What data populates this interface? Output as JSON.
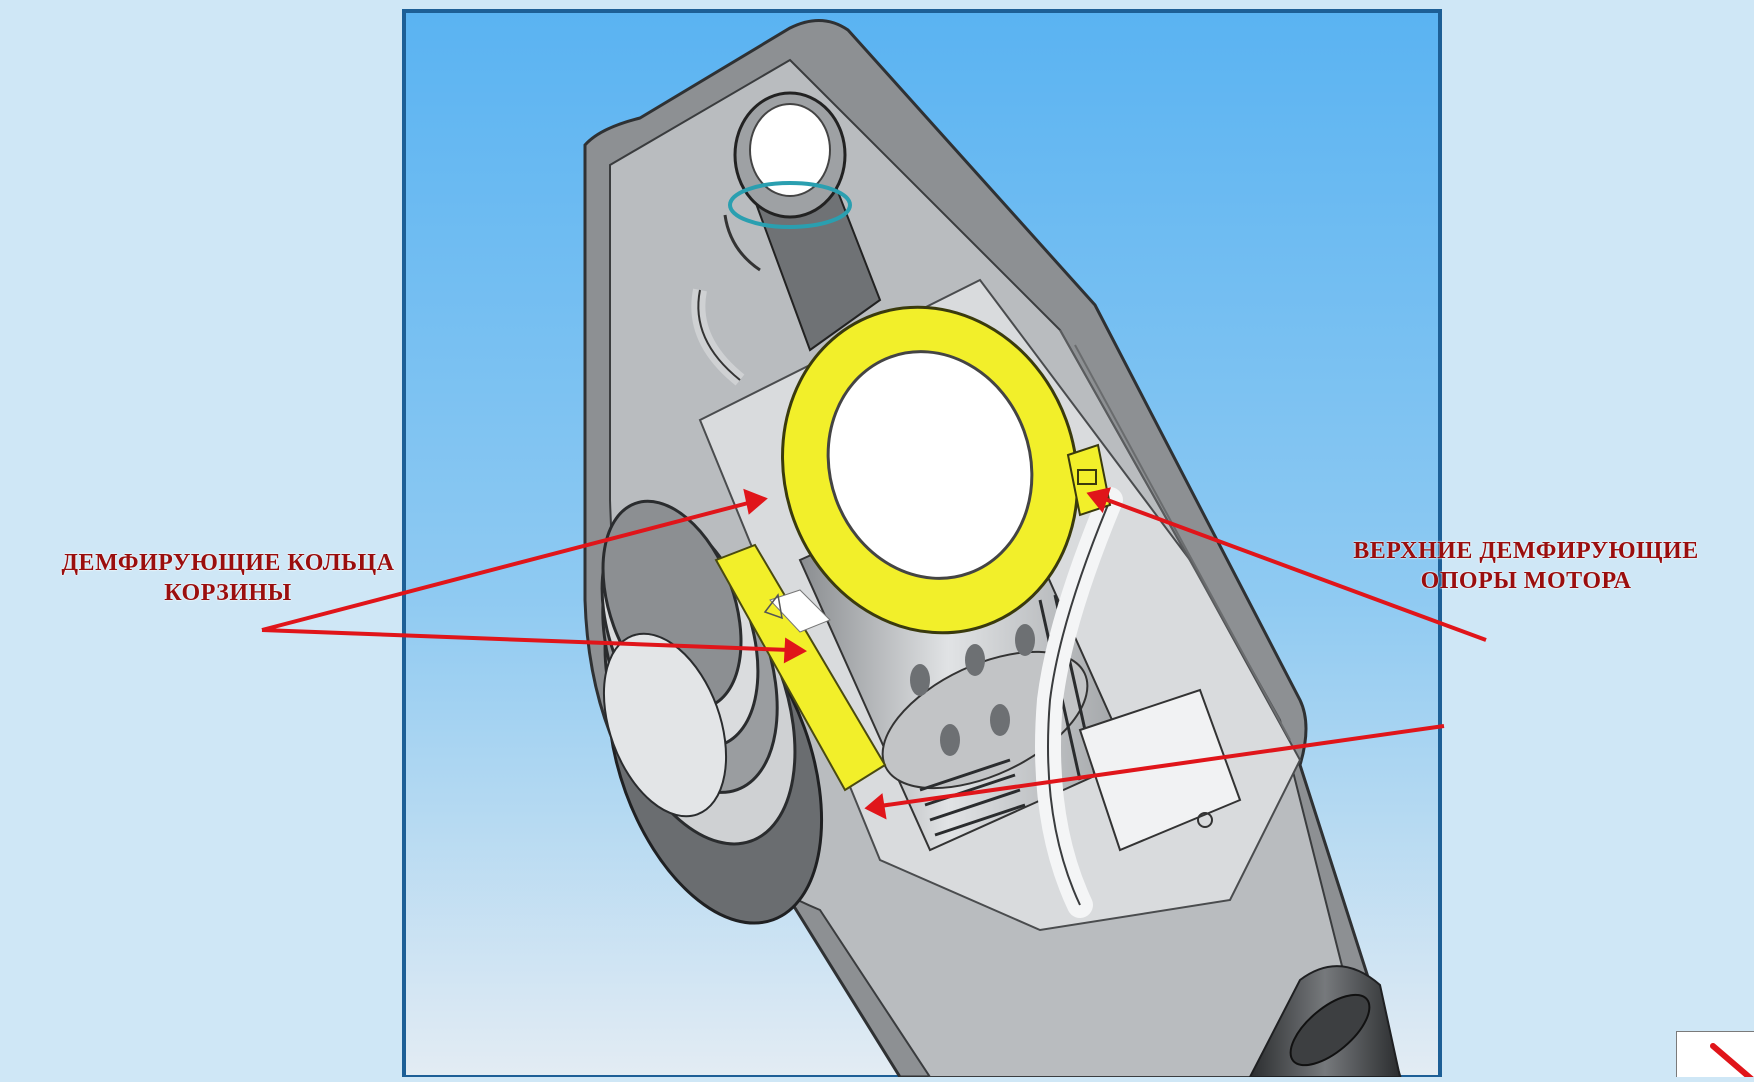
{
  "labels": {
    "left": {
      "line1": "ДЕМФИРУЮЩИЕ КОЛЬЦА",
      "line2": "КОРЗИНЫ"
    },
    "right": {
      "line1": "ВЕРХНИЕ ДЕМФИРУЮЩИЕ",
      "line2": "ОПОРЫ МОТОРА"
    }
  },
  "colors": {
    "background": "#cfe7f6",
    "frame_border": "#1d5f96",
    "sky_top": "#5ab3f2",
    "sky_bottom": "#e3ecf3",
    "damper_yellow": "#f2ef2a",
    "arrow_red": "#e0151a",
    "label_text": "#9a0e0e"
  },
  "icons": {
    "corner": "broken-image-icon"
  }
}
